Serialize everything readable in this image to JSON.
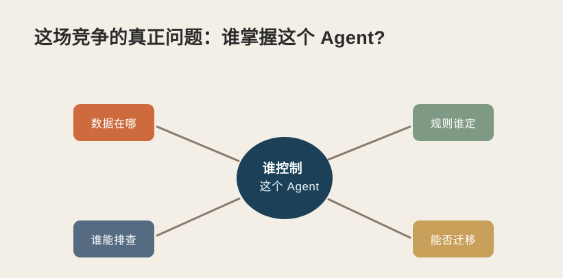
{
  "slide": {
    "title": "这场竞争的真正问题：谁掌握这个 Agent?",
    "background_color": "#F3EFE6",
    "title_color": "#2B2B2B"
  },
  "hub": {
    "label_primary": "谁控制",
    "label_secondary": "这个 Agent",
    "color": "#1B4058",
    "text_color": "#FFFFFF"
  },
  "nodes": [
    {
      "id": "data",
      "label": "数据在哪",
      "color": "#CE6B3E",
      "position": "top-left"
    },
    {
      "id": "rules",
      "label": "规则谁定",
      "color": "#7E9A84",
      "position": "top-right"
    },
    {
      "id": "triage",
      "label": "谁能排查",
      "color": "#546B82",
      "position": "bottom-left"
    },
    {
      "id": "migrate",
      "label": "能否迁移",
      "color": "#C9A05A",
      "position": "bottom-right"
    }
  ],
  "connectors": {
    "color": "#8A7A6D",
    "width": 3,
    "count": 4
  }
}
